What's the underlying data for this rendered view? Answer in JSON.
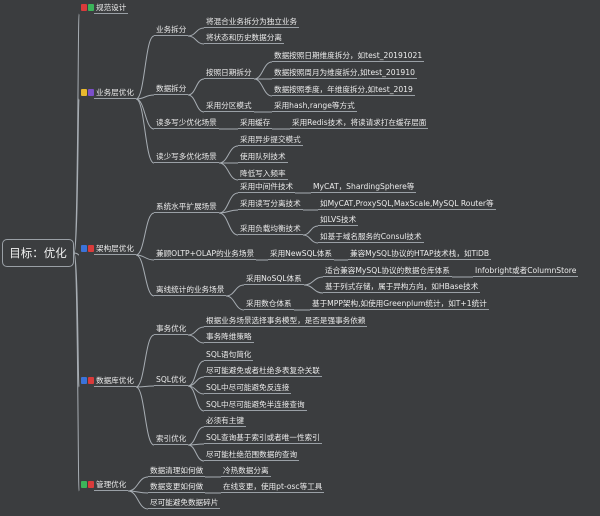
{
  "root": "目标：优化",
  "badge_colors": {
    "spec": [
      "#d93b3b",
      "#3bb55a"
    ],
    "business": [
      "#e8b92e",
      "#7b4fc9"
    ],
    "arch": [
      "#3b73d9",
      "#d93b3b"
    ],
    "db": [
      "#3b73d9",
      "#d93b3b"
    ],
    "mgmt": [
      "#3bb55a",
      "#d93b3b"
    ]
  },
  "edge_color": "#a7adb3",
  "l1": {
    "spec": "规范设计",
    "business": "业务层优化",
    "arch": "架构层优化",
    "db": "数据库优化",
    "mgmt": "管理优化"
  },
  "business": {
    "split": "业务拆分",
    "split_items": [
      "将混合业务拆分为独立业务",
      "将状态和历史数据分离"
    ],
    "data_split": "数据拆分",
    "by_date": "按照日期拆分",
    "date_items": [
      "数据按照日期维度拆分，如test_20191021",
      "数据按照周月为维度拆分,如test_201910",
      "数据按照季度，年维度拆分,如test_2019"
    ],
    "partition": "采用分区模式",
    "partition_item": "采用hash,range等方式",
    "read_more": "读多写少优化场景",
    "cache": "采用缓存",
    "redis": "采用Redis技术，将读请求打在缓存层面",
    "write_more": "读少写多优化场景",
    "write_items": [
      "采用异步提交模式",
      "使用队列技术",
      "降低写入频率"
    ]
  },
  "arch": {
    "horizontal": "系统水平扩展场景",
    "middleware": "采用中间件技术",
    "middleware_item": "MyCAT，ShardingSphere等",
    "rw_split": "采用读写分离技术",
    "rw_item": "如MyCAT,ProxySQL,MaxScale,MySQL Router等",
    "lb": "采用负载均衡技术",
    "lb_items": [
      "如LVS技术",
      "如基于域名服务的Consul技术"
    ],
    "htap": "兼顾OLTP+OLAP的业务场景",
    "newsql": "采用NewSQL体系",
    "newsql_item": "兼容MySQL协议的HTAP技术栈，如TiDB",
    "offline": "离线统计的业务场景",
    "nosql": "采用NoSQL体系",
    "nosql_items": [
      "适合兼容MySQL协议的数据仓库体系",
      "Infobright或者ColumnStore",
      "基于列式存储，属于异构方向，如HBase技术"
    ],
    "dw": "采用数仓体系",
    "dw_item": "基于MPP架构,如使用Greenplum统计，如T+1统计"
  },
  "db": {
    "tx": "事务优化",
    "tx_items": [
      "根据业务场景选择事务模型，是否是强事务依赖",
      "事务降维策略"
    ],
    "sql": "SQL优化",
    "sql_items": [
      "SQL语句简化",
      "尽可能避免或者杜绝多表复杂关联",
      "SQL中尽可能避免反连接",
      "SQL中尽可能避免半连接查询"
    ],
    "idx": "索引优化",
    "idx_items": [
      "必须有主键",
      "SQL查询基于索引或者唯一性索引",
      "尽可能杜绝范围数据的查询"
    ]
  },
  "mgmt": {
    "cleanup": "数据清理如何做",
    "cleanup_item": "冷热数据分离",
    "change": "数据变更如何做",
    "change_item": "在线变更，使用pt-osc等工具",
    "frag": "尽可能避免数据碎片"
  }
}
